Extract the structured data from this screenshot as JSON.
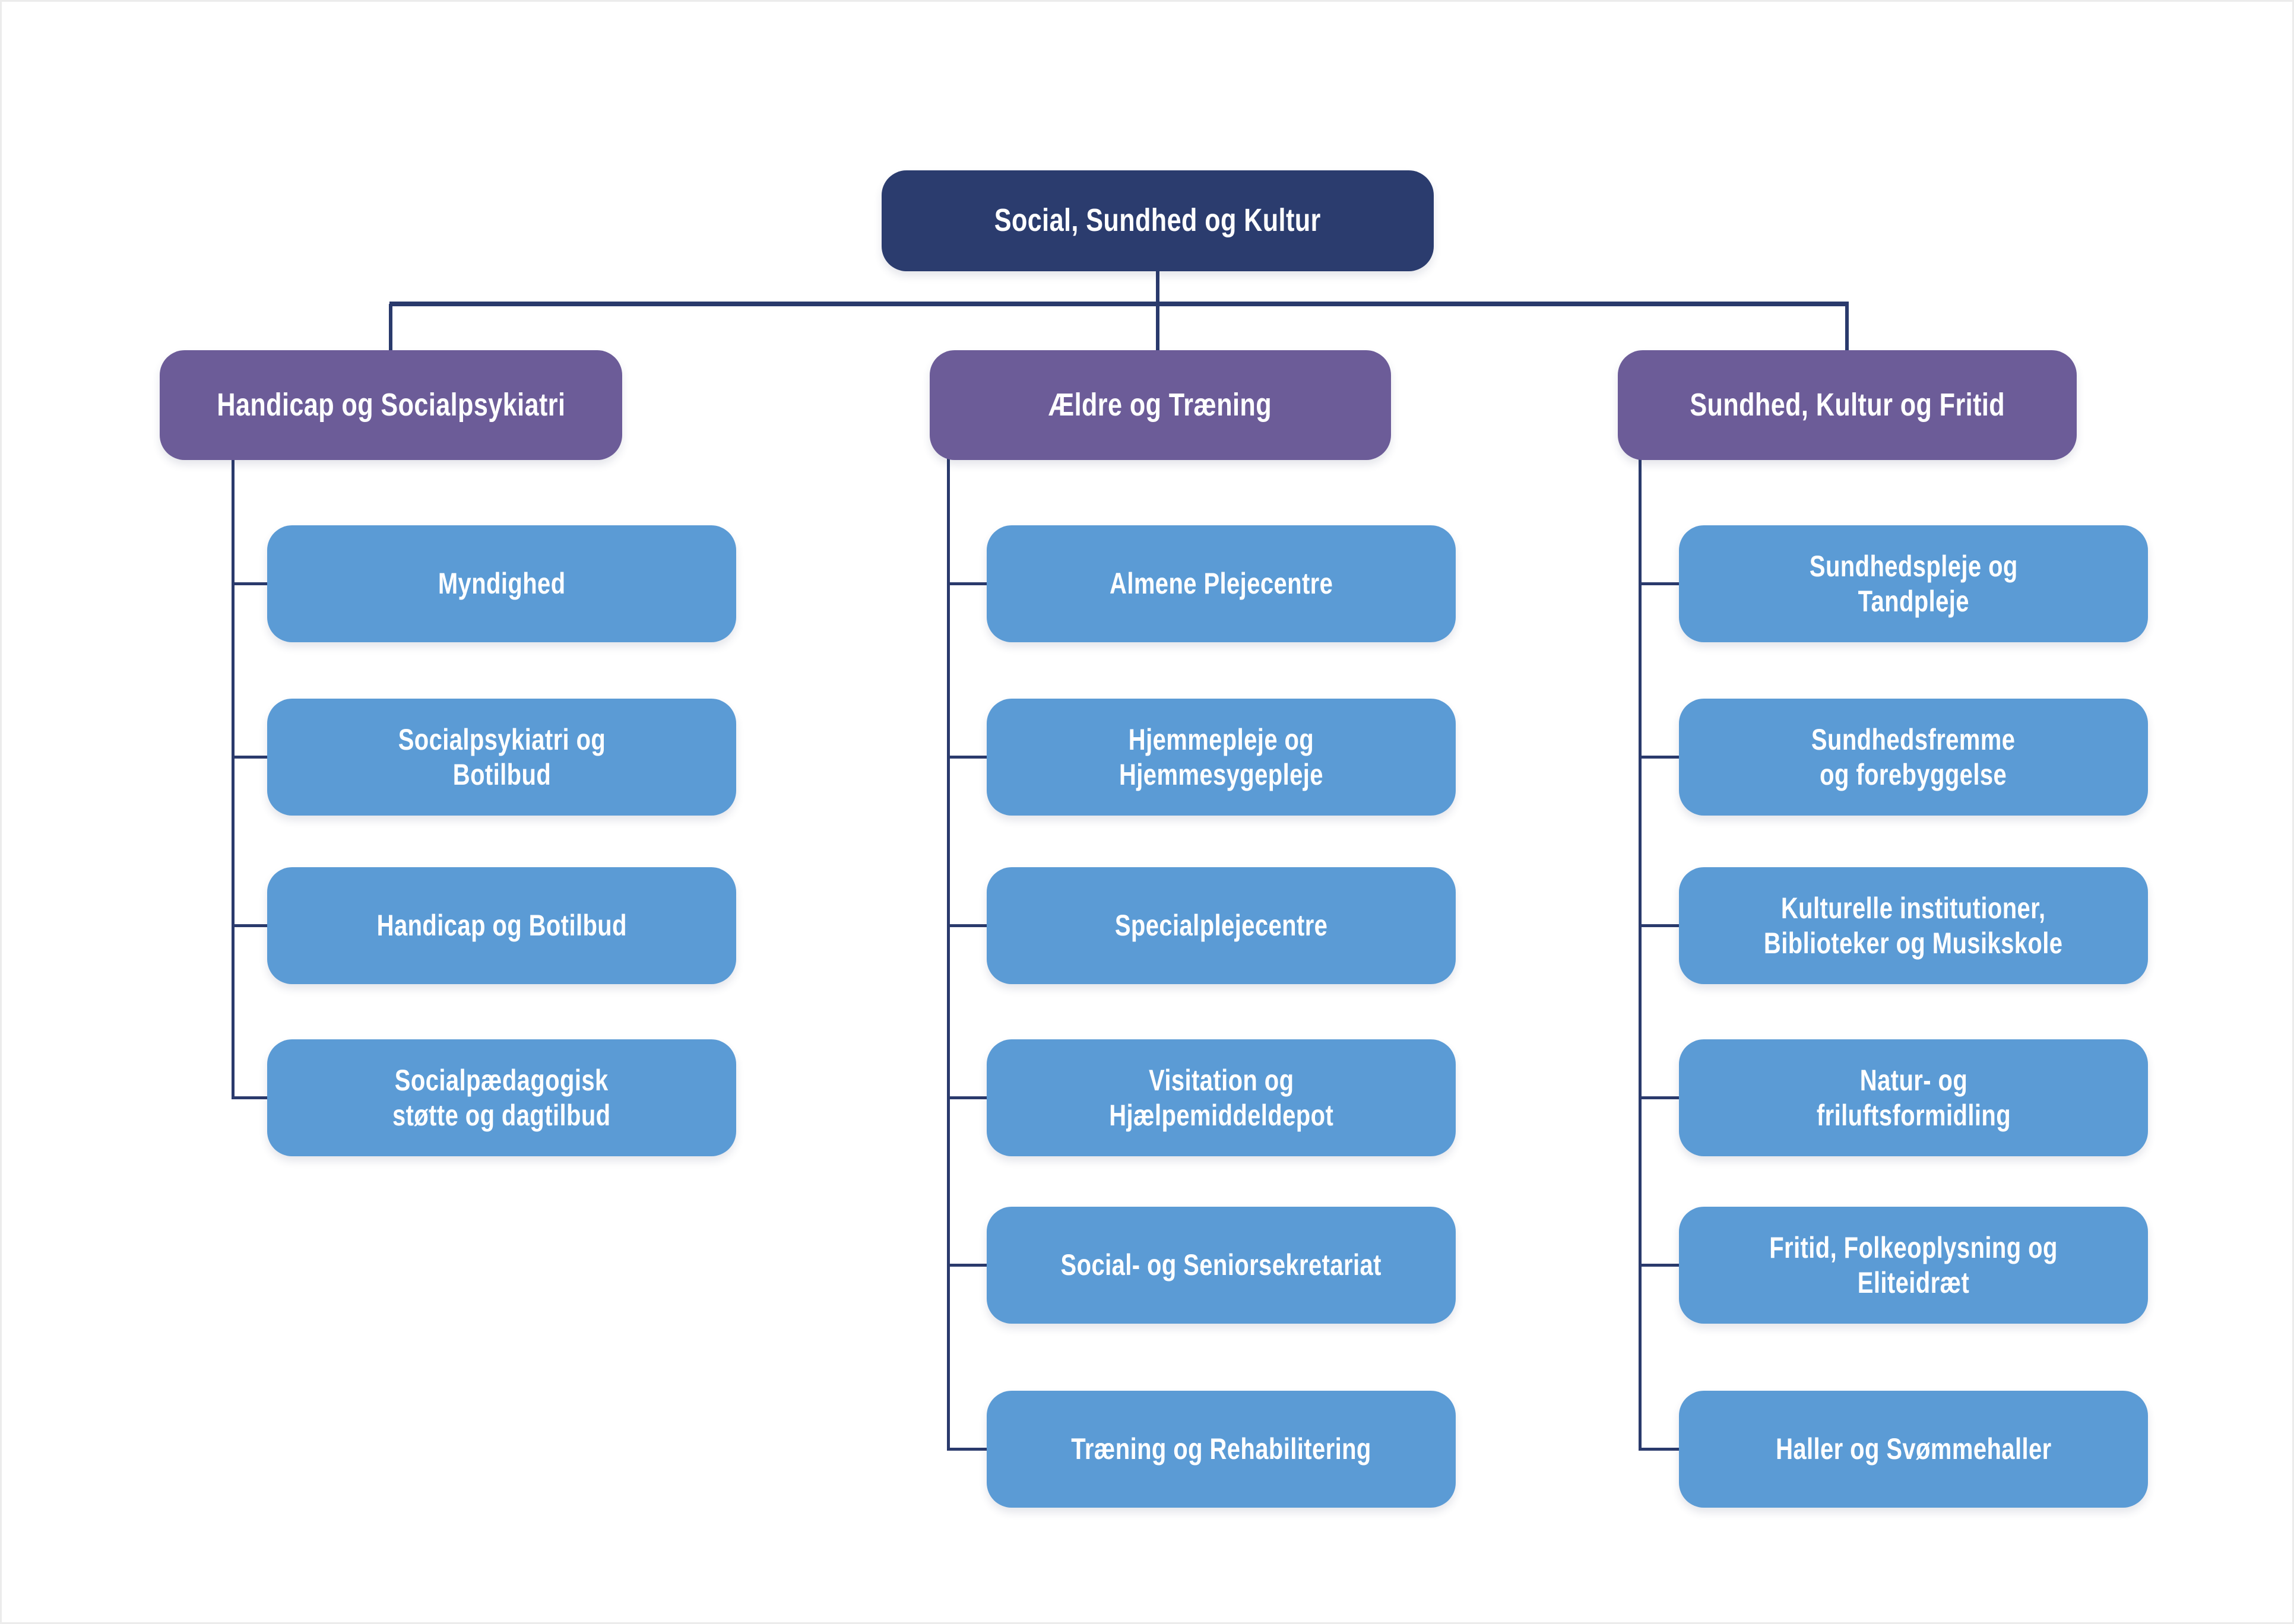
{
  "diagram_title": "Social, Sundhed og Kultur",
  "root": {
    "label": "Social, Sundhed og Kultur"
  },
  "branches": [
    {
      "label": "Handicap og Socialpsykiatri",
      "children": [
        "Myndighed",
        "Socialpsykiatri og\nBotilbud",
        "Handicap og Botilbud",
        "Socialpædagogisk\nstøtte og dagtilbud"
      ]
    },
    {
      "label": "Ældre og Træning",
      "children": [
        "Almene Plejecentre",
        "Hjemmepleje og\nHjemmesygepleje",
        "Specialplejecentre",
        "Visitation og\nHjælpemiddeldepot",
        "Social- og Seniorsekretariat",
        "Træning og Rehabilitering"
      ]
    },
    {
      "label": "Sundhed, Kultur og Fritid",
      "children": [
        "Sundhedspleje og\nTandpleje",
        "Sundhedsfremme\nog forebyggelse",
        "Kulturelle institutioner,\nBiblioteker og Musikskole",
        "Natur- og\nfriluftsformidling",
        "Fritid, Folkeoplysning og Eliteidræt",
        "Haller og Svømmehaller"
      ]
    }
  ],
  "colors": {
    "root_fill": "#2b3c6e",
    "branch_fill": "#6c5c98",
    "leaf_fill": "#5b9bd5",
    "connector": "#2a3a6c",
    "text": "#ffffff",
    "background": "#ffffff"
  }
}
